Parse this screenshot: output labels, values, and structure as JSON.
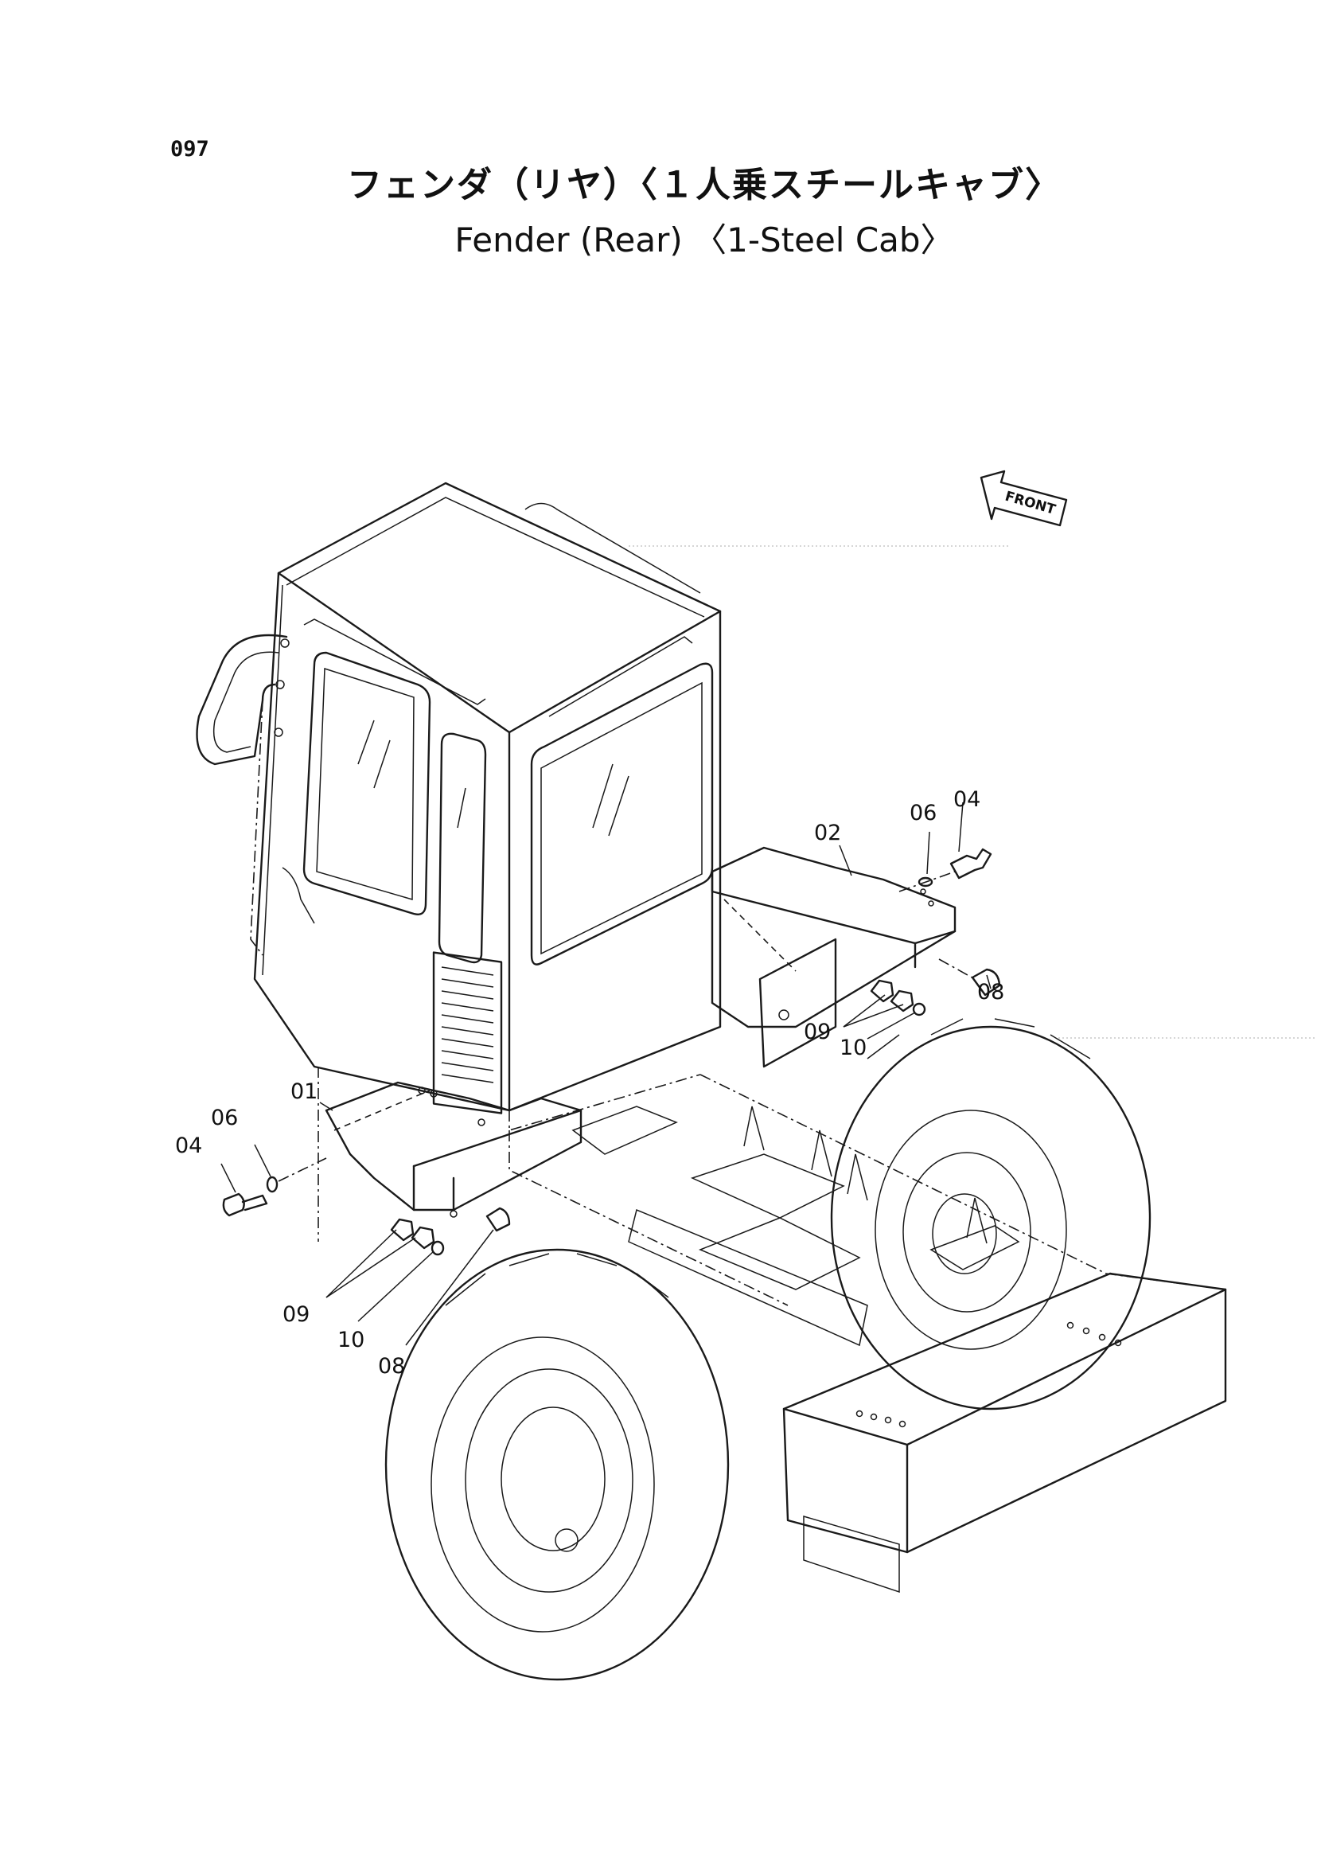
{
  "page": {
    "number": "097",
    "title_ja": "フェンダ（リヤ）〈１人乗スチールキャブ〉",
    "title_en": "Fender (Rear) 〈1-Steel Cab〉"
  },
  "direction_indicator": "FRONT",
  "callouts": {
    "c01": "01",
    "c02": "02",
    "c04_left": "04",
    "c06_left": "06",
    "c09_left": "09",
    "c10_left": "10",
    "c08_left": "08",
    "c04_right": "04",
    "c06_right": "06",
    "c08_right": "08",
    "c09_right": "09",
    "c10_right": "10"
  }
}
